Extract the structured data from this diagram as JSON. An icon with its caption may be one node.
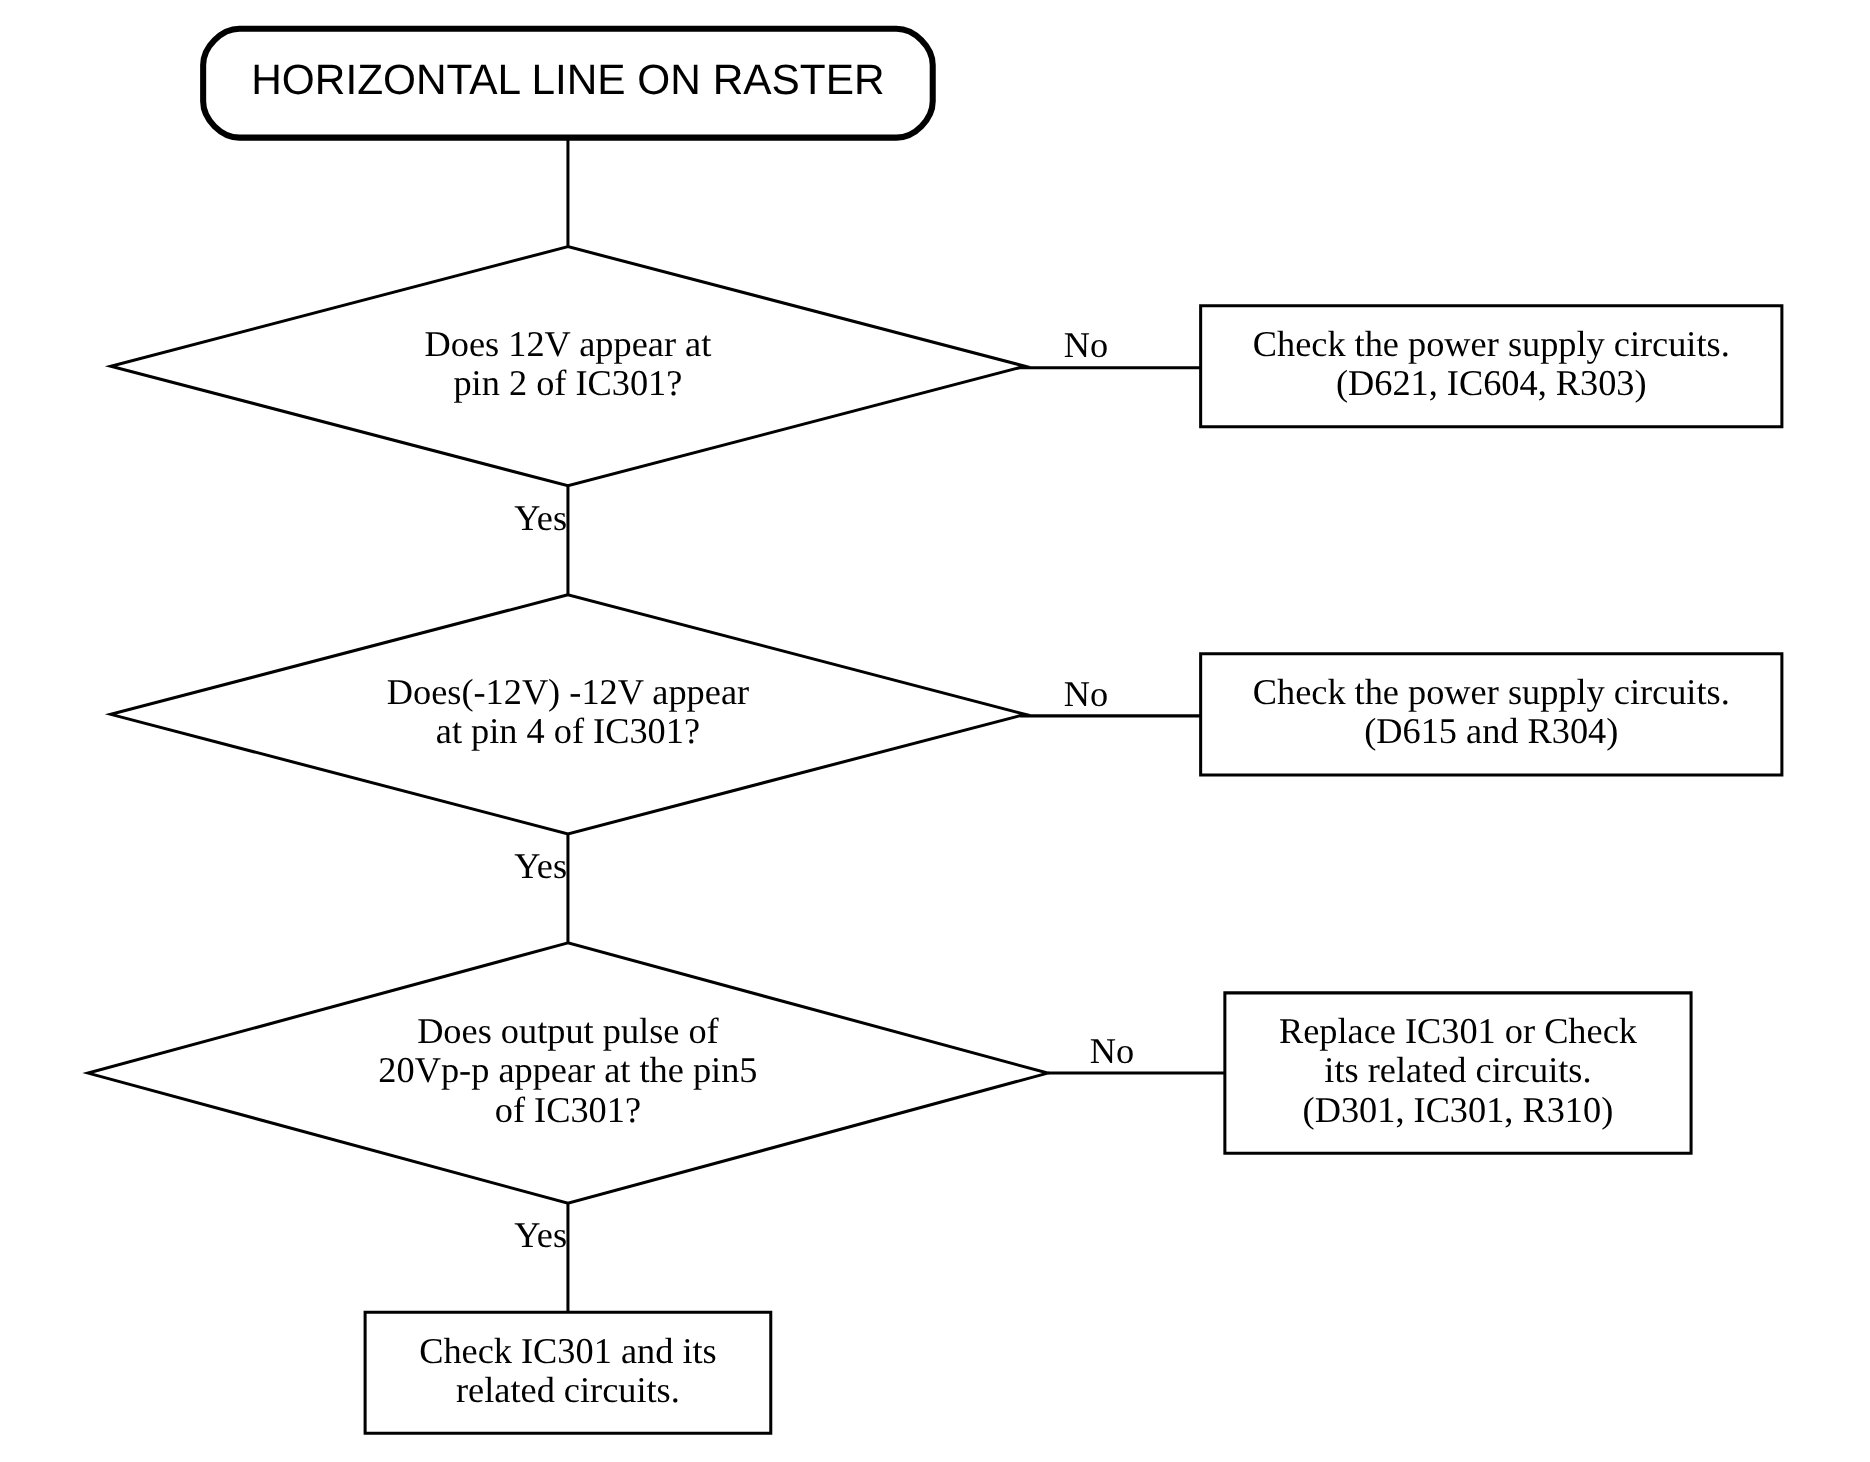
{
  "diagram": {
    "nodes": [
      {
        "text": [
          "HORIZONTAL LINE ON RASTER"
        ]
      },
      {
        "text": [
          "Does 12V appear at pin 2 of IC301?"
        ]
      },
      {
        "text": [
          "Check the power supply circuits.",
          "(D621, IC604, R303)"
        ]
      },
      {
        "text": [
          "Does(-12V) -12V appear at pin 4 of IC301?"
        ]
      },
      {
        "text": [
          "Check the power supply circuits.",
          "(D615 and R304)"
        ]
      },
      {
        "text": [
          "Does output pulse of 20Vp-p appear at the pin5 of IC301?"
        ]
      },
      {
        "text": [
          "Replace IC301 or Check its related circuits.",
          "(D301, IC301, R310)"
        ]
      },
      {
        "text": [
          "Check IC301 and its related circuits."
        ]
      }
    ],
    "edges": [
      {
        "from": 0,
        "to": 1,
        "arrow": "none"
      },
      {
        "from": 1,
        "to": 2,
        "arrow": "none",
        "label": "No"
      },
      {
        "from": 1,
        "to": 3,
        "arrow": "none",
        "label": "Yes"
      },
      {
        "from": 3,
        "to": 4,
        "arrow": "none",
        "label": "No"
      },
      {
        "from": 3,
        "to": 5,
        "arrow": "none",
        "label": "Yes"
      },
      {
        "from": 5,
        "to": 6,
        "arrow": "none",
        "label": "No"
      },
      {
        "from": 5,
        "to": 7,
        "arrow": "none",
        "label": "Yes"
      }
    ]
  }
}
